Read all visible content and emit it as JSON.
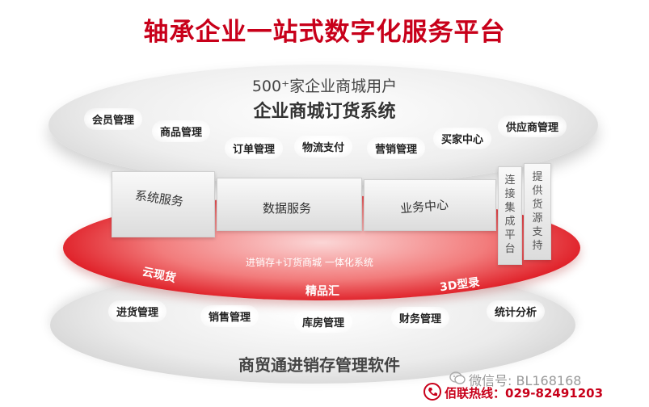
{
  "title": "轴承企业一站式数字化服务平台",
  "top_layer": {
    "users": "500⁺家企业商城用户",
    "system": "企业商城订货系统",
    "modules": [
      "会员管理",
      "商品管理",
      "订单管理",
      "物流支付",
      "营销管理",
      "买家中心",
      "供应商管理"
    ]
  },
  "middle_layer": {
    "system_service": "系统服务",
    "data_service": "数据服务",
    "business_center": "业务中心",
    "connect_platform": "连接集成平台",
    "supply_support": "提供货源支持"
  },
  "ring": {
    "integration": "进销存+订货商城 一体化系统",
    "cloud": "云现货",
    "jingpin": "精品汇",
    "threed": "3D型录"
  },
  "bottom_layer": {
    "modules": [
      "进货管理",
      "销售管理",
      "库房管理",
      "财务管理",
      "统计分析"
    ],
    "system": "商贸通进销存管理软件"
  },
  "footer": {
    "wechat": "微信号: BL168168",
    "hotline": "佰联热线：029-82491203"
  },
  "colors": {
    "accent": "#c8001a",
    "ring": "#e0222a"
  }
}
